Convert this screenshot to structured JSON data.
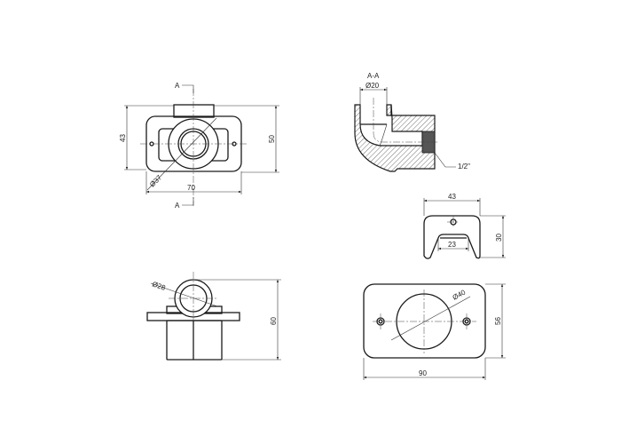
{
  "views": {
    "front": {
      "section_mark": "A",
      "dim_height_body": "43",
      "dim_height_total": "50",
      "dim_width": "70",
      "dim_diameter": "Ø37"
    },
    "section": {
      "title": "A-A",
      "dim_diameter": "Ø20",
      "thread": "1/2\""
    },
    "side": {
      "dim_diameter": "Ø28",
      "dim_height": "60"
    },
    "clip": {
      "dim_width": "43",
      "dim_height": "30",
      "dim_inner": "23"
    },
    "plate": {
      "dim_diameter": "Ø40",
      "dim_width": "90",
      "dim_height": "56"
    }
  },
  "colors": {
    "line": "#1a1a1a",
    "background": "#ffffff"
  }
}
